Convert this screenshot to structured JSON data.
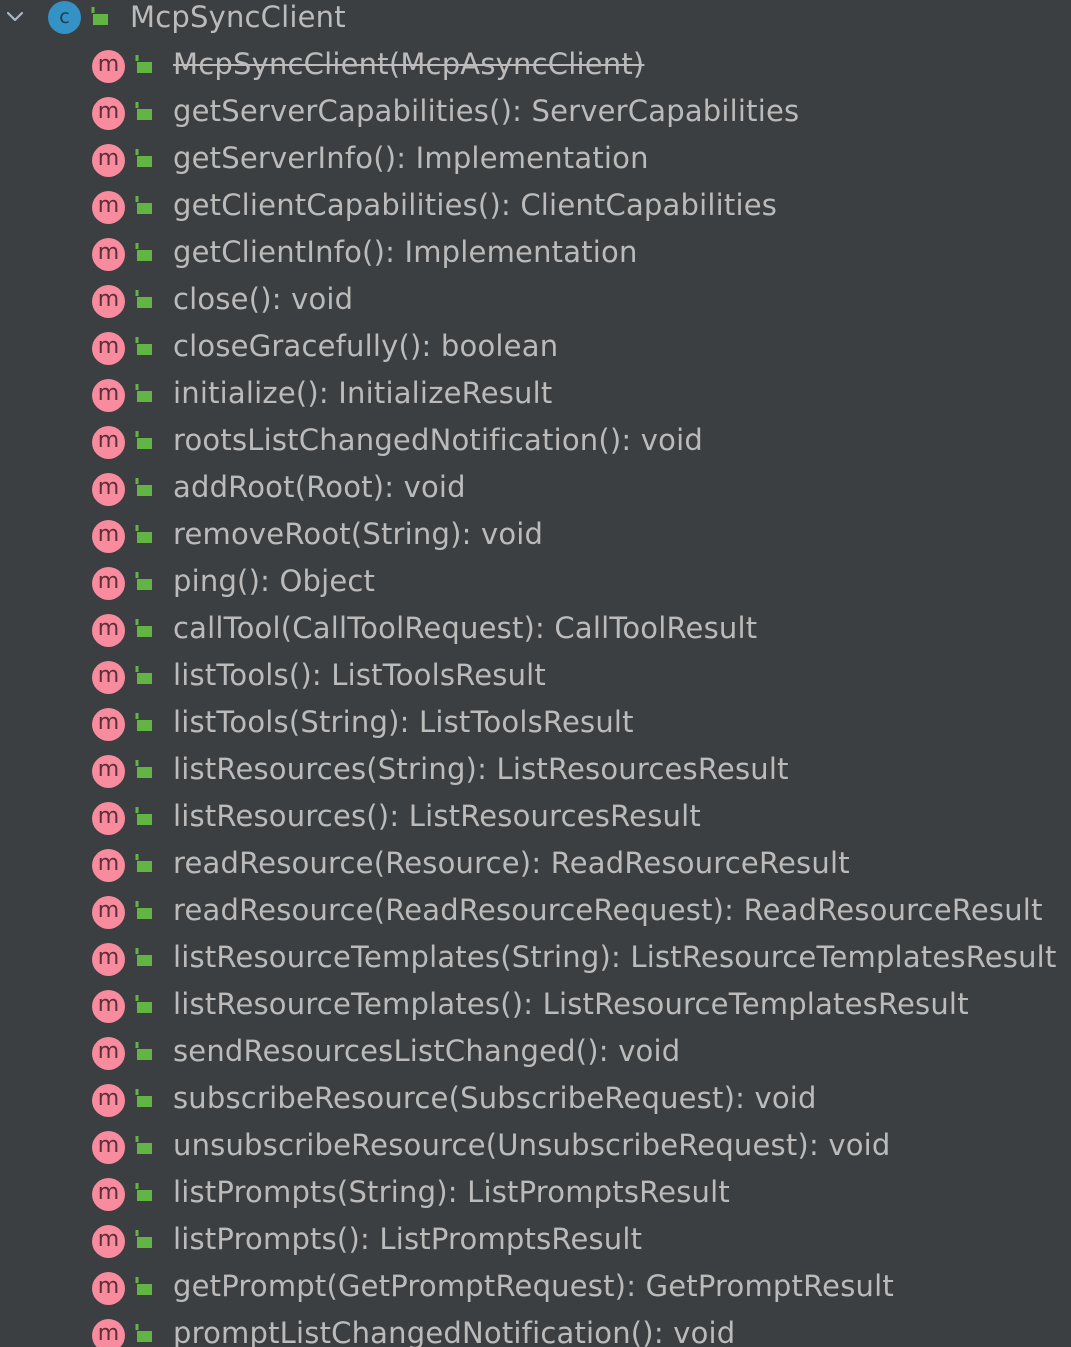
{
  "tree": {
    "class_node": {
      "name": "McpSyncClient",
      "icon_letter": "c",
      "expanded": true
    },
    "method_icon_letter": "m",
    "methods": [
      {
        "label": "McpSyncClient(McpAsyncClient)",
        "deprecated": true
      },
      {
        "label": "getServerCapabilities(): ServerCapabilities"
      },
      {
        "label": "getServerInfo(): Implementation"
      },
      {
        "label": "getClientCapabilities(): ClientCapabilities"
      },
      {
        "label": "getClientInfo(): Implementation"
      },
      {
        "label": "close(): void"
      },
      {
        "label": "closeGracefully(): boolean"
      },
      {
        "label": "initialize(): InitializeResult"
      },
      {
        "label": "rootsListChangedNotification(): void"
      },
      {
        "label": "addRoot(Root): void"
      },
      {
        "label": "removeRoot(String): void"
      },
      {
        "label": "ping(): Object"
      },
      {
        "label": "callTool(CallToolRequest): CallToolResult"
      },
      {
        "label": "listTools(): ListToolsResult"
      },
      {
        "label": "listTools(String): ListToolsResult"
      },
      {
        "label": "listResources(String): ListResourcesResult"
      },
      {
        "label": "listResources(): ListResourcesResult"
      },
      {
        "label": "readResource(Resource): ReadResourceResult"
      },
      {
        "label": "readResource(ReadResourceRequest): ReadResourceResult"
      },
      {
        "label": "listResourceTemplates(String): ListResourceTemplatesResult"
      },
      {
        "label": "listResourceTemplates(): ListResourceTemplatesResult"
      },
      {
        "label": "sendResourcesListChanged(): void"
      },
      {
        "label": "subscribeResource(SubscribeRequest): void"
      },
      {
        "label": "unsubscribeResource(UnsubscribeRequest): void"
      },
      {
        "label": "listPrompts(String): ListPromptsResult"
      },
      {
        "label": "listPrompts(): ListPromptsResult"
      },
      {
        "label": "getPrompt(GetPromptRequest): GetPromptResult"
      },
      {
        "label": "promptListChangedNotification(): void"
      }
    ]
  },
  "colors": {
    "background": "#3c3f41",
    "text": "#bbbbbb",
    "class_icon": "#3592c4",
    "method_icon": "#f98b9e",
    "lock_icon": "#62b543"
  },
  "icons": {
    "expand": "chevron-down-icon",
    "class": "class-icon",
    "method": "method-icon",
    "visibility": "public-lock-icon"
  }
}
